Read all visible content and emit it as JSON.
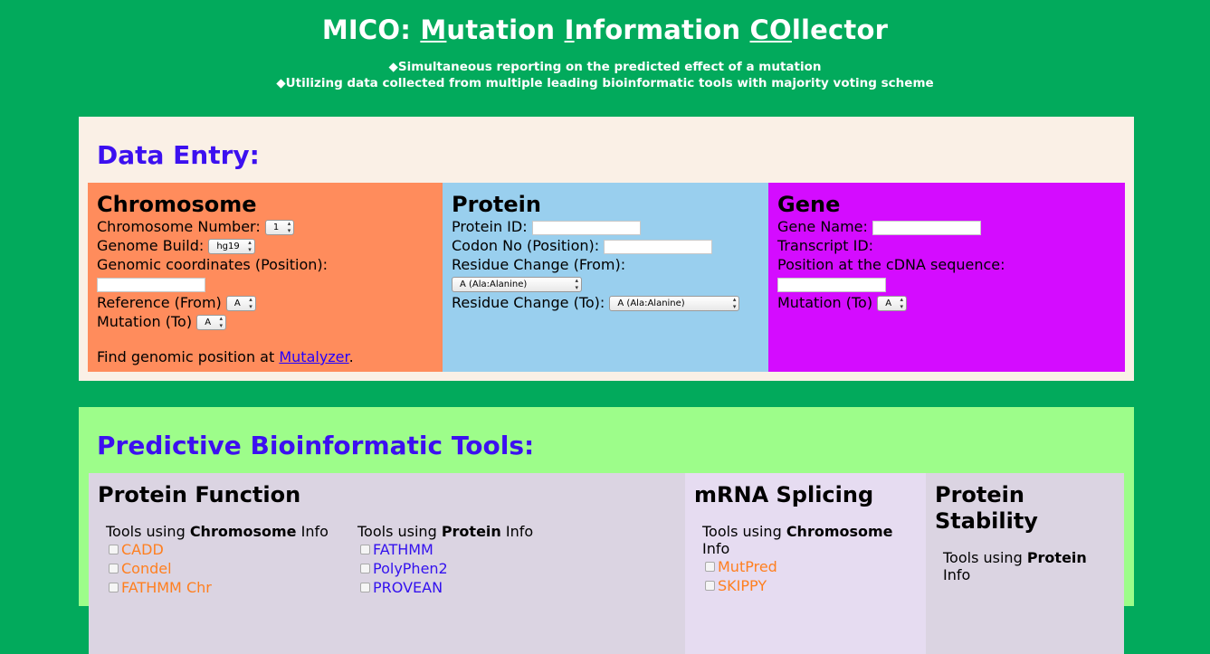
{
  "header": {
    "title_parts": [
      "MICO: ",
      "M",
      "utation ",
      "I",
      "nformation ",
      "CO",
      "llector"
    ],
    "bullet1": "◆Simultaneous reporting on the predicted effect of a mutation",
    "bullet2": "◆Utilizing data collected from multiple leading bioinformatic tools with majority voting scheme"
  },
  "data_entry": {
    "title": "Data Entry:",
    "chromosome": {
      "heading": "Chromosome",
      "number_label": "Chromosome Number:",
      "number_value": "1",
      "build_label": "Genome Build:",
      "build_value": "hg19",
      "coords_label": "Genomic coordinates (Position):",
      "coords_value": "",
      "reference_label": "Reference (From)",
      "reference_value": "A",
      "mutation_label": "Mutation (To)",
      "mutation_value": "A",
      "find_text": "Find genomic position at ",
      "find_link": "Mutalyzer",
      "find_suffix": "."
    },
    "protein": {
      "heading": "Protein",
      "id_label": "Protein ID:",
      "id_value": "",
      "codon_label": "Codon No (Position):",
      "codon_value": "",
      "from_label": "Residue Change (From):",
      "from_value": "A (Ala:Alanine)",
      "to_label": "Residue Change (To):",
      "to_value": "A (Ala:Alanine)"
    },
    "gene": {
      "heading": "Gene",
      "name_label": "Gene Name:",
      "name_value": "",
      "transcript_label": "Transcript ID:",
      "cdna_label": "Position at the cDNA sequence:",
      "cdna_value": "",
      "mutation_label": "Mutation (To)",
      "mutation_value": "A"
    }
  },
  "tools": {
    "title": "Predictive Bioinformatic Tools:",
    "protein_function": {
      "heading": "Protein Function",
      "chr_prefix": "Tools using ",
      "chr_bold": "Chromosome",
      "chr_suffix": " Info",
      "chr_tools": [
        "CADD",
        "Condel",
        "FATHMM Chr"
      ],
      "pro_prefix": "Tools using ",
      "pro_bold": "Protein",
      "pro_suffix": " Info",
      "pro_tools": [
        "FATHMM",
        "PolyPhen2",
        "PROVEAN"
      ]
    },
    "mrna_splicing": {
      "heading": "mRNA Splicing",
      "prefix": "Tools using ",
      "bold": "Chromosome",
      "suffix": "Info",
      "tools": [
        "MutPred",
        "SKIPPY"
      ]
    },
    "protein_stability": {
      "heading_line1": "Protein",
      "heading_line2": "Stability",
      "prefix": "Tools using ",
      "bold": "Protein",
      "suffix": "Info"
    }
  },
  "colors": {
    "background": "#02aa5c",
    "chromosome_bg": "#ff8c5c",
    "protein_bg": "#99cfee",
    "gene_bg": "#d40cff",
    "section_title": "#3c10f0",
    "chromosome_tool": "#ff7f1f",
    "protein_tool": "#3311ee"
  }
}
